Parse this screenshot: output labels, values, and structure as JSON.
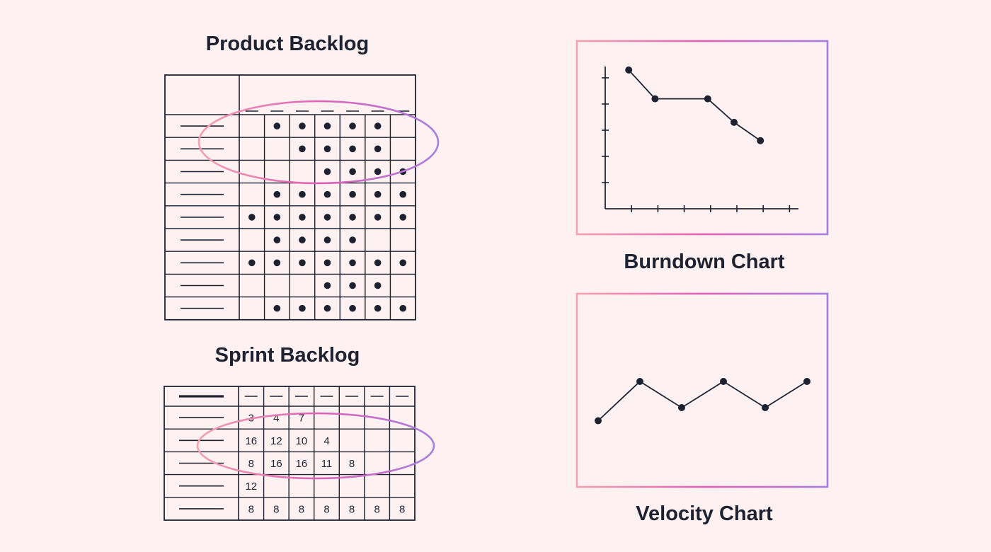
{
  "titles": {
    "product_backlog": "Product Backlog",
    "sprint_backlog": "Sprint Backlog",
    "burndown": "Burndown Chart",
    "velocity": "Velocity Chart"
  },
  "colors": {
    "background": "#fdf1f1",
    "ink": "#1e2230",
    "gradient_start": "#f3a2b0",
    "gradient_mid": "#e060b6",
    "gradient_end": "#a77ee0"
  },
  "product_backlog": {
    "rows": [
      [
        0,
        1,
        1,
        1,
        1,
        1,
        0
      ],
      [
        0,
        0,
        1,
        1,
        1,
        1,
        0
      ],
      [
        0,
        0,
        0,
        1,
        1,
        1,
        1
      ],
      [
        0,
        1,
        1,
        1,
        1,
        1,
        1
      ],
      [
        1,
        1,
        1,
        1,
        1,
        1,
        1
      ],
      [
        0,
        1,
        1,
        1,
        1,
        0,
        0
      ],
      [
        1,
        1,
        1,
        1,
        1,
        1,
        1
      ],
      [
        0,
        0,
        0,
        1,
        1,
        1,
        0
      ],
      [
        0,
        1,
        1,
        1,
        1,
        1,
        1
      ]
    ]
  },
  "sprint_backlog": {
    "rows": [
      [
        "3",
        "4",
        "7",
        "",
        "",
        "",
        ""
      ],
      [
        "16",
        "12",
        "10",
        "4",
        "",
        "",
        ""
      ],
      [
        "8",
        "16",
        "16",
        "11",
        "8",
        "",
        ""
      ],
      [
        "12",
        "",
        "",
        "",
        "",
        "",
        ""
      ],
      [
        "8",
        "8",
        "8",
        "8",
        "8",
        "8",
        "8"
      ]
    ]
  },
  "burndown": {
    "points": [
      [
        1,
        5.3
      ],
      [
        2,
        4.2
      ],
      [
        4,
        4.2
      ],
      [
        5,
        3.3
      ],
      [
        6,
        2.6
      ]
    ]
  },
  "velocity": {
    "points": [
      [
        0,
        1.5
      ],
      [
        1,
        3.0
      ],
      [
        2,
        2.0
      ],
      [
        3,
        3.0
      ],
      [
        4,
        2.0
      ],
      [
        5,
        3.0
      ]
    ]
  }
}
